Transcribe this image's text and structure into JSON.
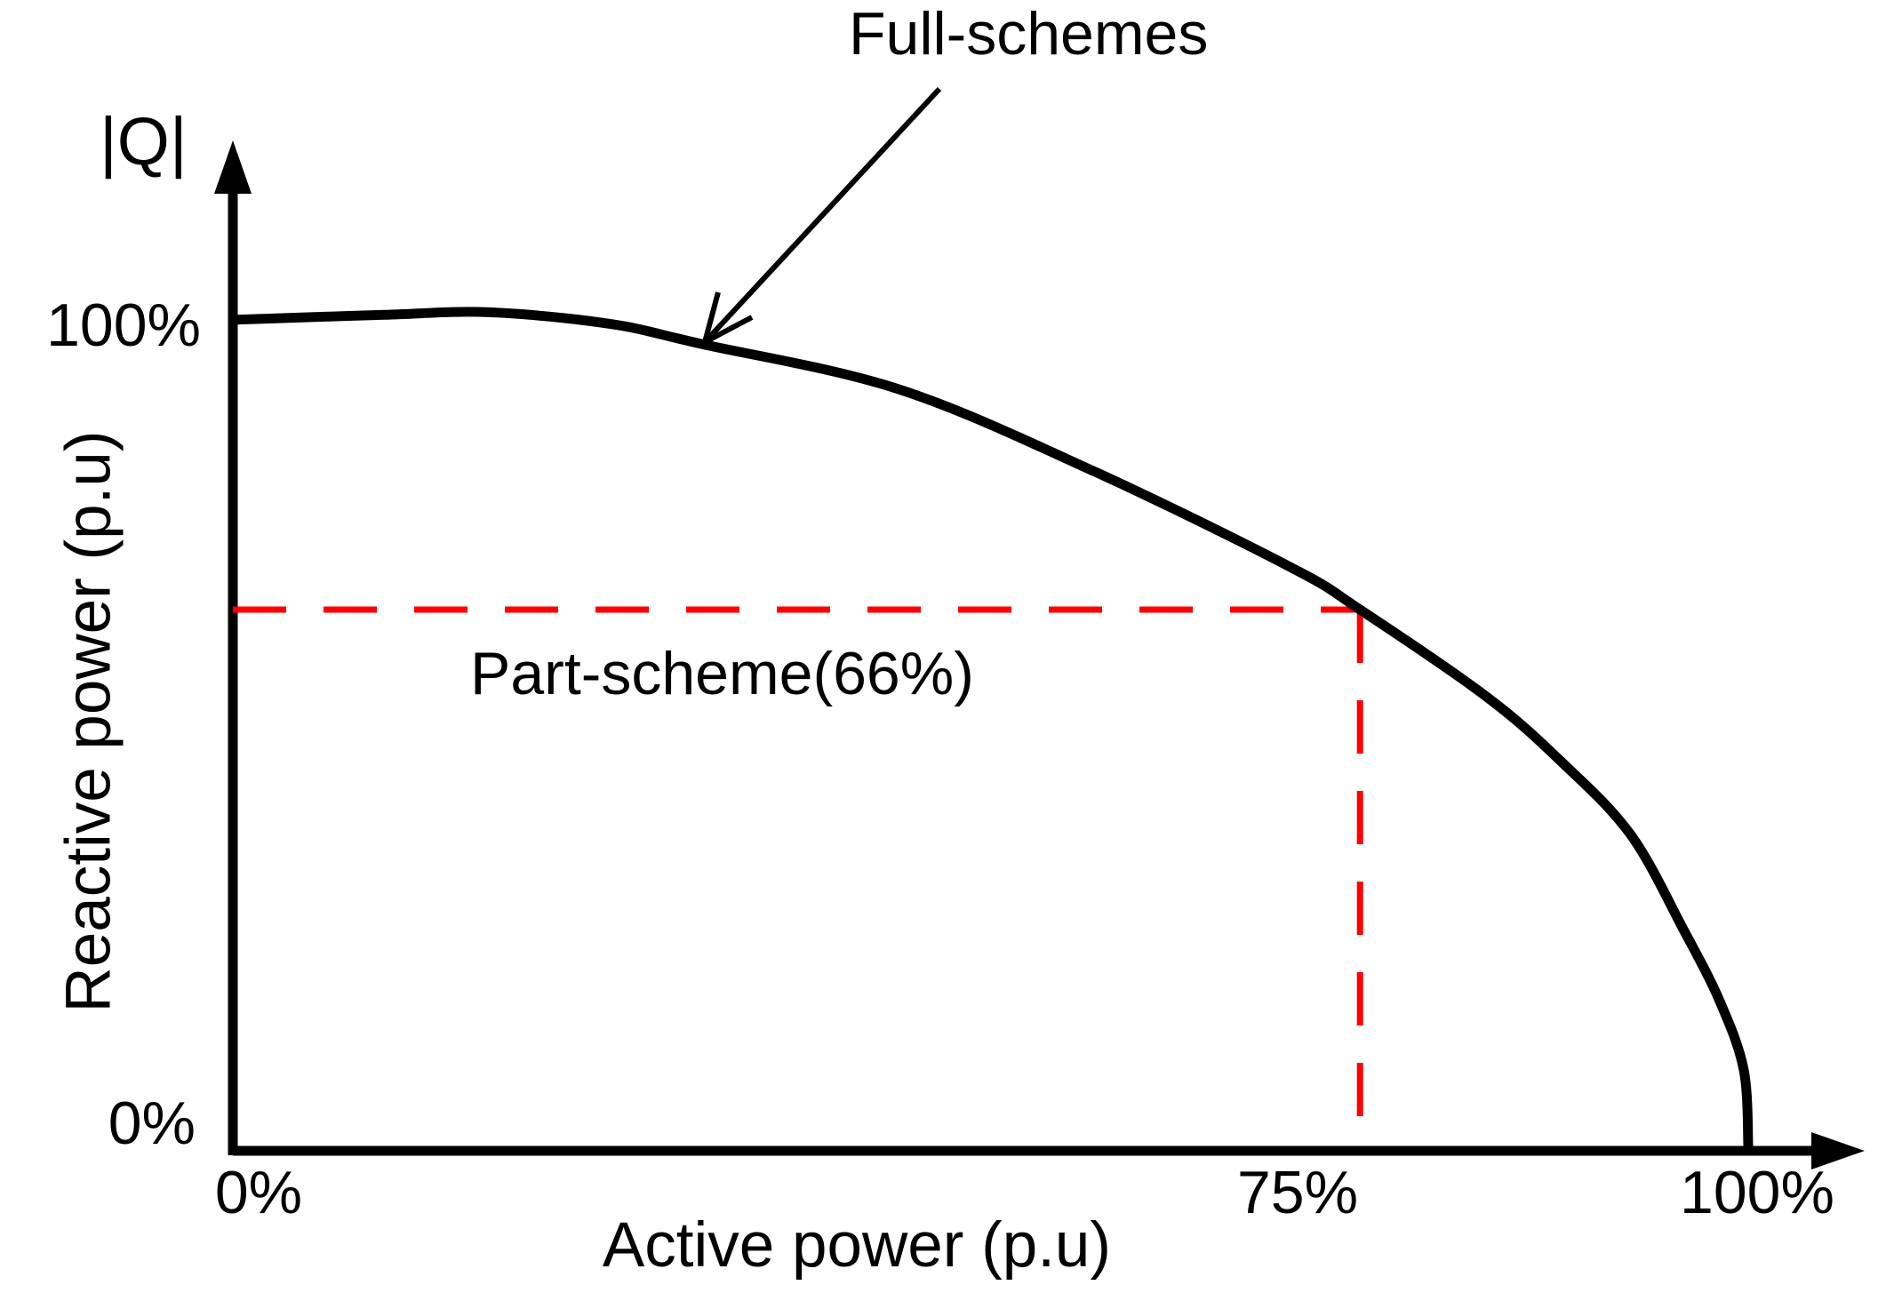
{
  "figure": {
    "background": "#ffffff",
    "curve_color": "#000000",
    "guide_color": "#ff0000"
  },
  "chart_data": {
    "type": "line",
    "title": "",
    "xlabel": "Active power (p.u)",
    "ylabel": "Reactive power (p.u)",
    "y_axis_symbol": "|Q|",
    "x_tick_labels": [
      "0%",
      "75%",
      "100%"
    ],
    "y_tick_labels": [
      "0%",
      "100%"
    ],
    "xlim_percent": [
      0,
      100
    ],
    "ylim_percent": [
      0,
      100
    ],
    "grid": false,
    "legend": "none (labels annotated on plot)",
    "series": [
      {
        "name": "Full-schemes",
        "color": "#000000",
        "style": "solid",
        "description": "full converter reactive-capability curve |Q| vs P",
        "points_percent": [
          [
            0,
            99.8
          ],
          [
            10,
            100.4
          ],
          [
            17,
            100.7
          ],
          [
            25,
            99.3
          ],
          [
            31,
            96.9
          ],
          [
            44,
            91.5
          ],
          [
            57,
            81.6
          ],
          [
            70,
            70.1
          ],
          [
            74.6,
            65.0
          ],
          [
            83,
            54.5
          ],
          [
            88,
            46.6
          ],
          [
            92.5,
            38.0
          ],
          [
            96,
            26.6
          ],
          [
            98.4,
            18.0
          ],
          [
            100,
            9.7
          ],
          [
            100.3,
            0.3
          ]
        ]
      },
      {
        "name": "Part-scheme(66%)",
        "color": "#ff0000",
        "style": "dashed",
        "description": "dashed guide lines from both axes meeting the curve",
        "guide_point_percent": [
          74.6,
          65.0
        ],
        "labeled_operating_point": {
          "active_power": "75%",
          "reactive_power": "66%"
        }
      }
    ],
    "annotations": [
      {
        "text": "Full-schemes",
        "points_to": "full capability curve via open-head arrow"
      },
      {
        "text": "Part-scheme(66%)",
        "location": "below red dashed horizontal guide"
      }
    ]
  }
}
